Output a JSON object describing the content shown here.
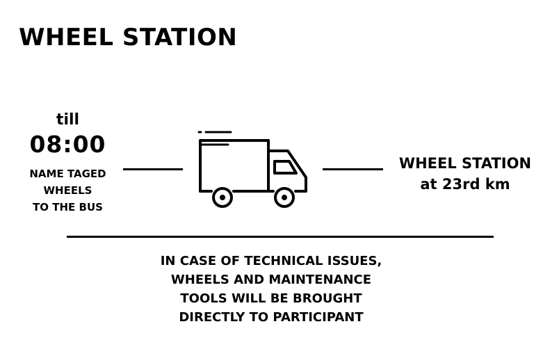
{
  "title": "WHEEL STATION",
  "left": {
    "till_label": "till",
    "time": "08:00",
    "note_lines": [
      "NAME TAGED",
      "WHEELS",
      "TO THE BUS"
    ]
  },
  "destination": {
    "lines": [
      "WHEEL STATION",
      "at 23rd km"
    ]
  },
  "notice": {
    "lines": [
      "IN CASE OF TECHNICAL ISSUES,",
      "WHEELS AND MAINTENANCE",
      "TOOLS WILL BE BROUGHT",
      "DIRECTLY TO PARTICIPANT"
    ]
  },
  "icons": {
    "truck": "delivery-truck-icon"
  },
  "colors": {
    "text": "#000000",
    "background": "#ffffff"
  }
}
